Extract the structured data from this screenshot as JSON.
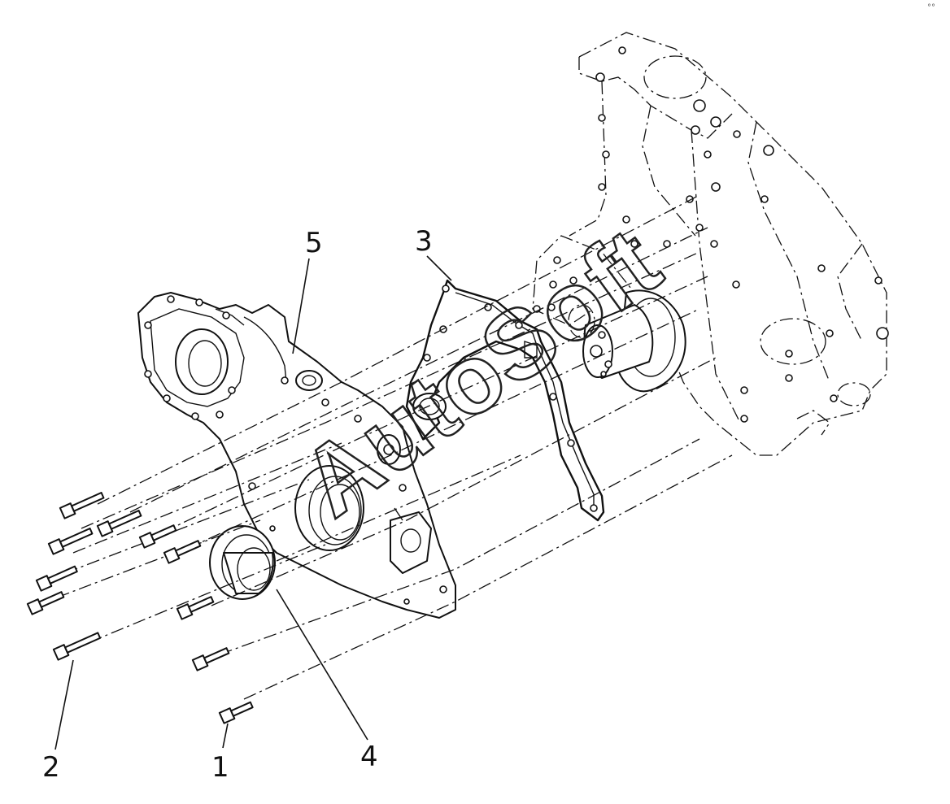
{
  "watermark": "AutoSoft",
  "corner_mark": "°°",
  "callouts": [
    {
      "id": "1",
      "label": "1"
    },
    {
      "id": "2",
      "label": "2"
    },
    {
      "id": "3",
      "label": "3"
    },
    {
      "id": "4",
      "label": "4"
    },
    {
      "id": "5",
      "label": "5"
    }
  ]
}
